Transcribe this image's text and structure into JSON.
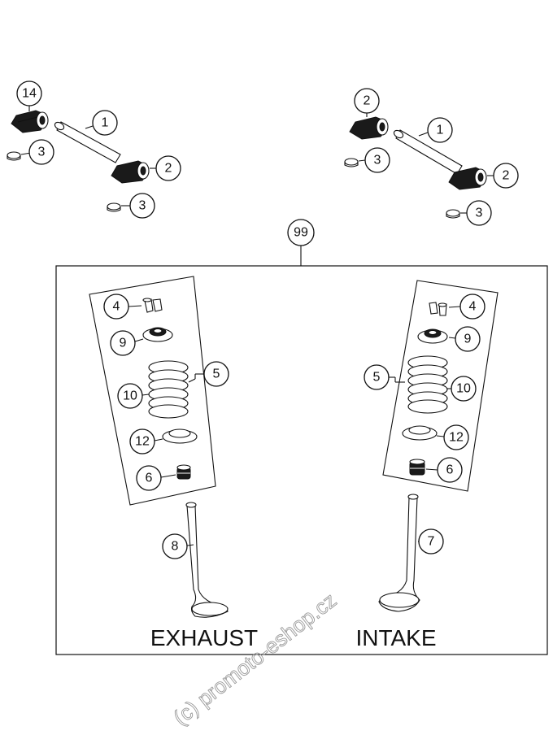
{
  "callouts": {
    "c14": "14",
    "c1a": "1",
    "c3a": "3",
    "c2a": "2",
    "c3b": "3",
    "c2b": "2",
    "c1b": "1",
    "c3c": "3",
    "c2c": "2",
    "c3d": "3",
    "c99": "99",
    "ex4": "4",
    "ex9": "9",
    "ex5": "5",
    "ex10": "10",
    "ex12": "12",
    "ex6": "6",
    "ex8": "8",
    "in4": "4",
    "in9": "9",
    "in5": "5",
    "in10": "10",
    "in12": "12",
    "in6": "6",
    "in7": "7"
  },
  "labels": {
    "exhaust": "EXHAUST",
    "intake": "INTAKE"
  },
  "watermark": "(c) promoto-eshop.cz"
}
